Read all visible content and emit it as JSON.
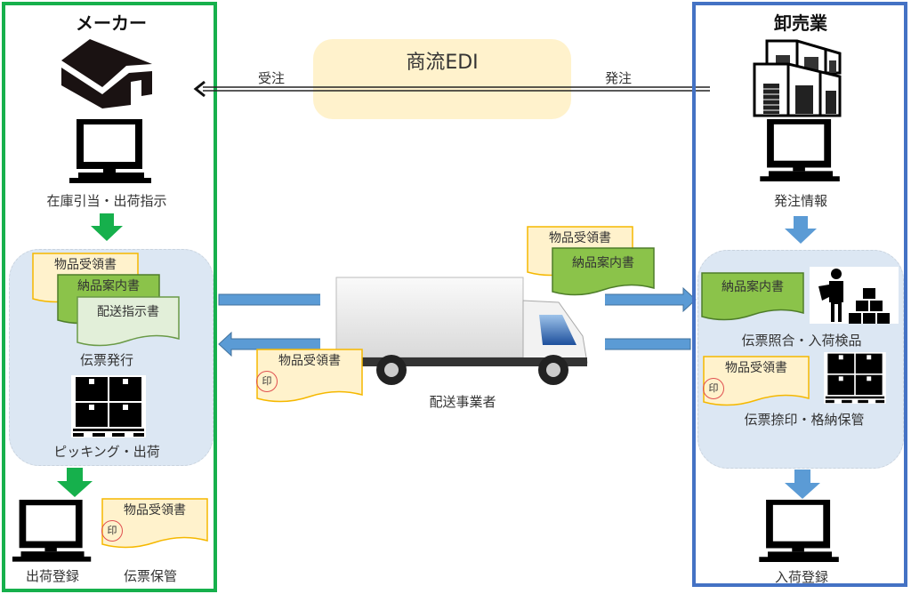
{
  "colors": {
    "maker_border": "#16b04c",
    "wholesale_border": "#4472c4",
    "zone_fill": "#dce7f3",
    "edi_fill": "#fff2cc",
    "receipt_doc_fill": "#fff2cc",
    "receipt_doc_stroke": "#f5b800",
    "delivery_note_fill": "#8bc34a",
    "delivery_instruction_fill": "#e2efd9",
    "flow_arrow_blue": "#5b9bd5",
    "green_arrow": "#16b04c",
    "stamp_red": "#e05050"
  },
  "maker": {
    "title": "メーカー",
    "icons": [
      "factory-icon",
      "computer-icon",
      "pallet-boxes-icon",
      "computer-icon"
    ],
    "step1_label": "在庫引当・出荷指示",
    "documents": {
      "receipt": "物品受領書",
      "delivery_note": "納品案内書",
      "delivery_instruction": "配送指示書"
    },
    "issue_label": "伝票発行",
    "picking_label": "ピッキング・出荷",
    "ship_register_label": "出荷登録",
    "stored_doc": {
      "title": "物品受領書",
      "stamp": "印"
    },
    "slip_storage_label": "伝票保管"
  },
  "edi": {
    "title": "商流EDI",
    "left_label": "受注",
    "right_label": "発注"
  },
  "carrier": {
    "label": "配送事業者",
    "outbound_docs": {
      "receipt": "物品受領書",
      "delivery_note": "納品案内書"
    },
    "return_doc": {
      "title": "物品受領書",
      "stamp": "印"
    }
  },
  "wholesale": {
    "title": "卸売業",
    "icons": [
      "warehouse-icon",
      "computer-icon",
      "inspector-boxes-icon",
      "pallet-boxes-icon",
      "computer-icon"
    ],
    "order_info_label": "発注情報",
    "delivery_note": "納品案内書",
    "inspect_label": "伝票照合・入荷検品",
    "receipt_doc": {
      "title": "物品受領書",
      "stamp": "印"
    },
    "stamp_store_label": "伝票捺印・格納保管",
    "receive_register_label": "入荷登録"
  }
}
